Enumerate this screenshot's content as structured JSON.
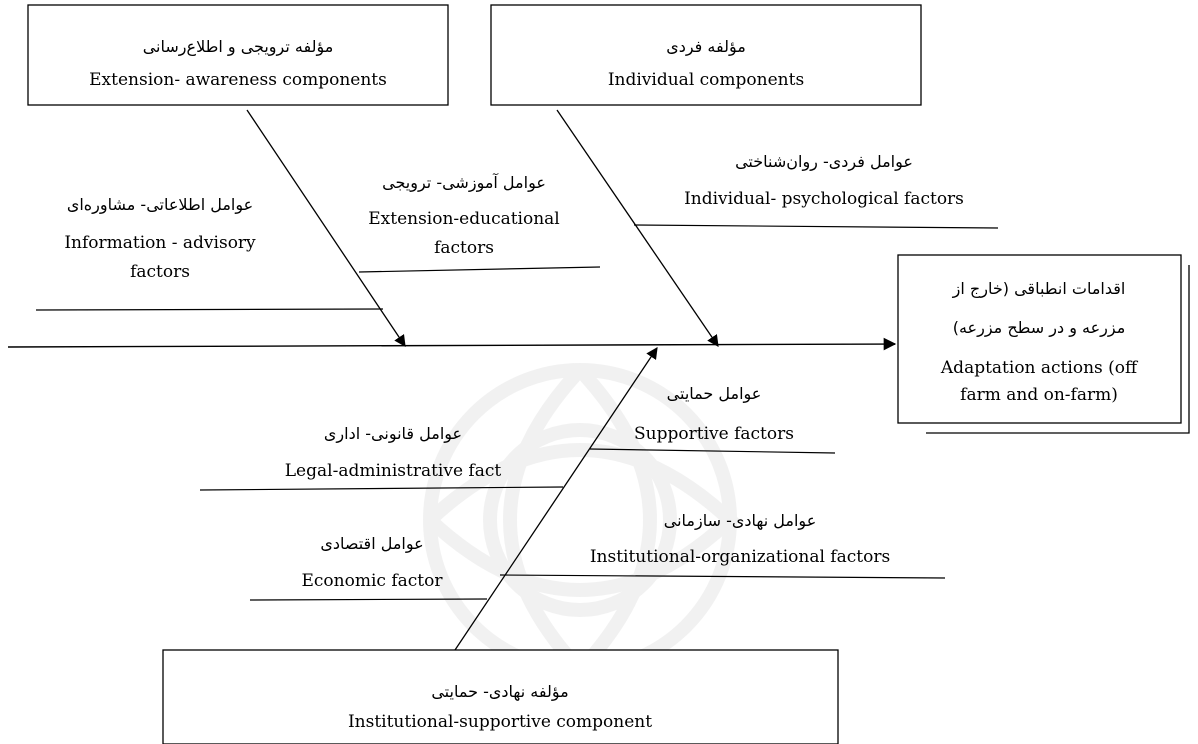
{
  "diagram": {
    "type": "fishbone",
    "colors": {
      "stroke": "#000000",
      "watermark": "#808080"
    },
    "head": {
      "fa_line1": "اقدامات انطباقی (خارج از",
      "fa_line2": "مزرعه و در سطح مزرعه)",
      "en_line1": "Adaptation actions (off",
      "en_line2": "farm and on-farm)"
    },
    "components": {
      "extension_awareness": {
        "fa": "مؤلفه ترویجی و اطلاع‌رسانی",
        "en": "Extension- awareness components"
      },
      "individual": {
        "fa": "مؤلفه فردی",
        "en": "Individual components"
      },
      "institutional_supportive": {
        "fa": "مؤلفه نهادی- حمایتی",
        "en": "Institutional-supportive component"
      }
    },
    "factors": {
      "information_advisory": {
        "fa": "عوامل اطلاعاتی- مشاوره‌ای",
        "en_line1": "Information - advisory",
        "en_line2": "factors"
      },
      "extension_educational": {
        "fa": "عوامل آموزشی- ترویجی",
        "en_line1": "Extension-educational",
        "en_line2": "factors"
      },
      "individual_psychological": {
        "fa": "عوامل فردی- روان‌شناختی",
        "en": "Individual- psychological factors"
      },
      "supportive": {
        "fa": "عوامل حمایتی",
        "en": "Supportive factors"
      },
      "legal_administrative": {
        "fa": "عوامل قانونی- اداری",
        "en": "Legal-administrative fact"
      },
      "institutional_organizational": {
        "fa": "عوامل نهادی- سازمانی",
        "en": "Institutional-organizational factors"
      },
      "economic": {
        "fa": "عوامل اقتصادی",
        "en": "Economic factor"
      }
    }
  }
}
